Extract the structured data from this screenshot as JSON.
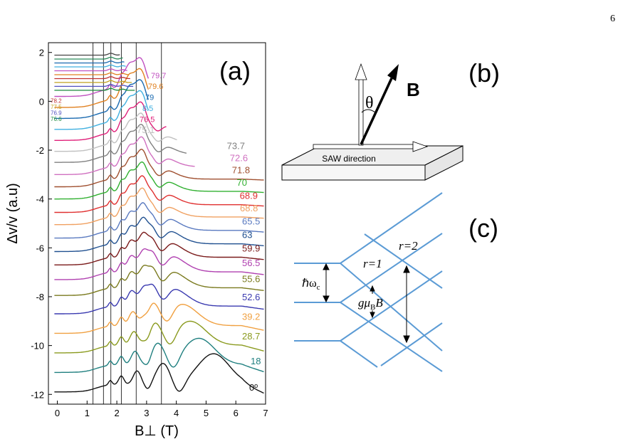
{
  "page_number": "6",
  "chart_data": [
    {
      "type": "line",
      "panel_label": "(a)",
      "xlabel": "B⊥ (T)",
      "ylabel": "Δv/v (a.u)",
      "xlim": [
        -0.3,
        7
      ],
      "ylim": [
        -12.4,
        2.4
      ],
      "xticks": [
        "0",
        "1",
        "2",
        "3",
        "4",
        "5",
        "6",
        "7"
      ],
      "yticks": [
        "2",
        "0",
        "-2",
        "-4",
        "-6",
        "-8",
        "-10",
        "-12"
      ],
      "vertical_lines_x": [
        1.2,
        1.55,
        1.8,
        2.15,
        2.65,
        3.5
      ],
      "series": [
        {
          "label": "0º",
          "angle": 0,
          "offset": -11.9,
          "color": "#111111"
        },
        {
          "label": "18",
          "angle": 18,
          "offset": -11.1,
          "color": "#1f7f7f"
        },
        {
          "label": "28.7",
          "angle": 28.7,
          "offset": -10.3,
          "color": "#8a9a1e"
        },
        {
          "label": "39.2",
          "angle": 39.2,
          "offset": -9.5,
          "color": "#f0a040"
        },
        {
          "label": "52.6",
          "angle": 52.6,
          "offset": -8.7,
          "color": "#3a3ab0"
        },
        {
          "label": "55.6",
          "angle": 55.6,
          "offset": -7.95,
          "color": "#7a7a1e"
        },
        {
          "label": "56.5",
          "angle": 56.5,
          "offset": -7.3,
          "color": "#b040b0"
        },
        {
          "label": "59.9",
          "angle": 59.9,
          "offset": -6.7,
          "color": "#7a1a1a"
        },
        {
          "label": "63",
          "angle": 63,
          "offset": -6.15,
          "color": "#205090"
        },
        {
          "label": "65.5",
          "angle": 65.5,
          "offset": -5.6,
          "color": "#5a7ac0"
        },
        {
          "label": "68.8",
          "angle": 68.8,
          "offset": -5.05,
          "color": "#f0a060"
        },
        {
          "label": "68.9",
          "angle": 68.9,
          "offset": -4.55,
          "color": "#e03030"
        },
        {
          "label": "70",
          "angle": 70,
          "offset": -4.0,
          "color": "#30b030"
        },
        {
          "label": "71.8",
          "angle": 71.8,
          "offset": -3.5,
          "color": "#a05030"
        },
        {
          "label": "72.6",
          "angle": 72.6,
          "offset": -3.0,
          "color": "#d070c0"
        },
        {
          "label": "73.7",
          "angle": 73.7,
          "offset": -2.5,
          "color": "#808080"
        },
        {
          "label": "75.1",
          "angle": 75.1,
          "offset": -2.05,
          "color": "#c0c0c0"
        },
        {
          "label": "76.5",
          "angle": 76.5,
          "offset": -1.6,
          "color": "#e0207a"
        },
        {
          "label": "8.5",
          "angle": 78.5,
          "offset": -1.15,
          "color": "#40b0e0"
        },
        {
          "label": "79",
          "angle": 79,
          "offset": -0.7,
          "color": "#1a6ab0"
        },
        {
          "label": "79.6",
          "angle": 79.6,
          "offset": -0.25,
          "color": "#e08020"
        },
        {
          "label": "79.7",
          "angle": 79.7,
          "offset": 0.2,
          "color": "#c050c0"
        }
      ],
      "stacked_left_labels": [
        {
          "label": "76.6",
          "color": "#1a8a3a",
          "y": -0.75
        },
        {
          "label": "76.9",
          "color": "#5050c0",
          "y": -0.5
        },
        {
          "label": "77.5",
          "color": "#c0a020",
          "y": -0.25
        },
        {
          "label": "78.2",
          "color": "#c03030",
          "y": 0.0
        }
      ],
      "top_strip_series_colors": [
        "#1a8a3a",
        "#5050c0",
        "#c0a020",
        "#c03030",
        "#e08020",
        "#c050c0",
        "#40b0e0",
        "#1a6ab0",
        "#2a8a5a",
        "#444444"
      ]
    }
  ],
  "panel_b": {
    "label": "(b)",
    "theta": "θ",
    "field": "B",
    "saw": "SAW direction"
  },
  "panel_c": {
    "label": "(c)",
    "r1": "r=1",
    "r2": "r=2",
    "hbar_omega": "ℏω",
    "hbar_omega_sub": "c",
    "g_mu": "gμ",
    "g_mu_sub": "B",
    "g_mu_B": "B"
  }
}
